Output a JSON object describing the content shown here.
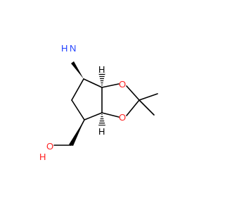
{
  "molecule": {
    "atoms": {
      "amine_h": "H",
      "amine_n": "N",
      "ring_o_top": "O",
      "ring_o_bottom": "O",
      "stereo_h_top": "H",
      "stereo_h_bottom": "H",
      "hydroxyl_o": "O",
      "hydroxyl_h": "H"
    },
    "colors": {
      "nitrogen": "#1f3fff",
      "oxygen": "#ff1f1f",
      "bond": "#000000"
    }
  }
}
